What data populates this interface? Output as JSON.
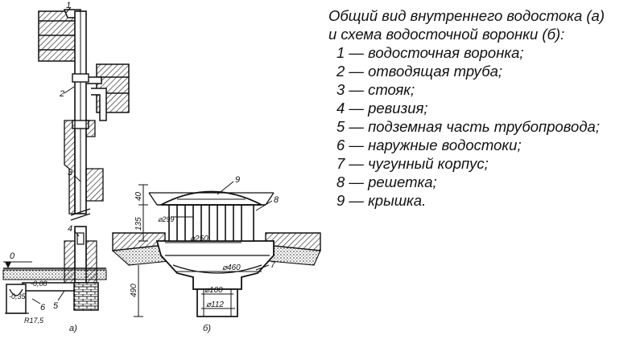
{
  "legend": {
    "title_line1": "Общий вид внутреннего водостока (а)",
    "title_line2": "и схема водосточной воронки (б):",
    "items": [
      "1 — водосточная воронка;",
      "2 — отводящая труба;",
      "3 — стояк;",
      "4 — ревизия;",
      "5 — подземная часть трубопровода;",
      "6 — наружные водостоки;",
      "7 — чугунный корпус;",
      "8 — решетка;",
      "9 — крышка."
    ]
  },
  "figure_a": {
    "caption": "а)",
    "callouts": [
      "1",
      "2",
      "3",
      "4",
      "5",
      "6"
    ],
    "level_mark": "0",
    "dim_labels": [
      "-0,08",
      "-0,35",
      "R17,5"
    ]
  },
  "figure_b": {
    "caption": "б)",
    "callouts": [
      "9",
      "8",
      "7"
    ],
    "dim_labels": [
      "40",
      "135",
      "490",
      "⌀299",
      "⌀250",
      "⌀460",
      "⌀100",
      "⌀112"
    ]
  }
}
